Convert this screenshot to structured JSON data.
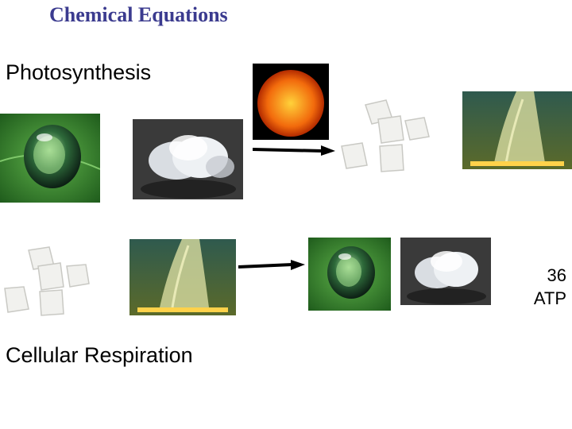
{
  "slide": {
    "title": "Chemical Equations",
    "photosynthesis_label": "Photosynthesis",
    "respiration_label": "Cellular Respiration",
    "atp_number": "36",
    "atp_unit": "ATP"
  },
  "icons": {
    "water_drop": "water-drop-on-leaf-photo",
    "carbon_dioxide": "co2-cloud-photo",
    "sun": "sun-photo",
    "sugar": "sugar-cubes-photo",
    "oxygen": "oxygen-bubbles-photo",
    "arrow": "reaction-arrow"
  },
  "colors": {
    "title": "#3b3b8f",
    "text": "#000000",
    "leaf_green": "#2f7a2a",
    "sun_orange": "#f26a0c"
  }
}
